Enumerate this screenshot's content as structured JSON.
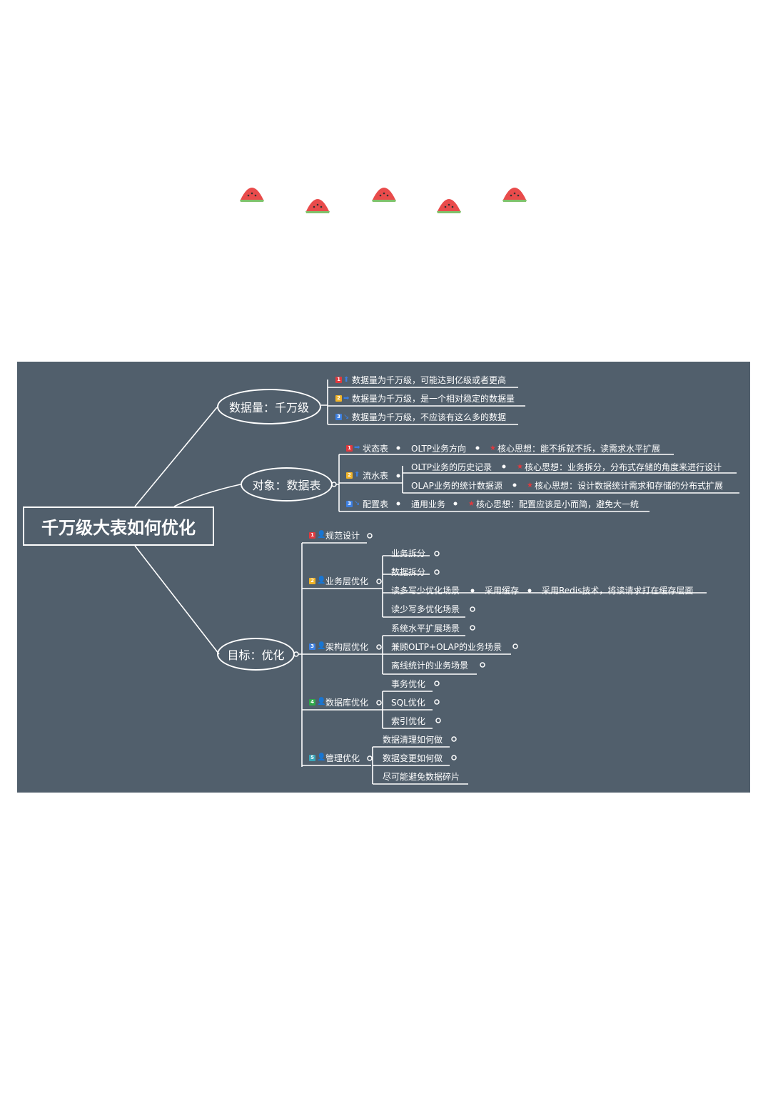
{
  "root": "千万级大表如何优化",
  "main": [
    {
      "label": "数据量：千万级"
    },
    {
      "label": "对象：数据表"
    },
    {
      "label": "目标：优化"
    }
  ],
  "volume_items": [
    "数据量为千万级，可能达到亿级或者更高",
    "数据量为千万级，是一个相对稳定的数据量",
    "数据量为千万级，不应该有这么多的数据"
  ],
  "tables": {
    "status": {
      "label": "状态表",
      "direction": "OLTP业务方向",
      "idea": "核心思想：能不拆就不拆，读需求水平扩展"
    },
    "flow": {
      "label": "流水表",
      "sub": [
        {
          "label": "OLTP业务的历史记录",
          "idea": "核心思想：业务拆分，分布式存储的角度来进行设计"
        },
        {
          "label": "OLAP业务的统计数据源",
          "idea": "核心思想：设计数据统计需求和存储的分布式扩展"
        }
      ]
    },
    "config": {
      "label": "配置表",
      "direction": "通用业务",
      "idea": "核心思想：配置应该是小而简，避免大一统"
    }
  },
  "goals": {
    "spec": "规范设计",
    "biz": {
      "label": "业务层优化",
      "items": [
        "业务拆分",
        "数据拆分",
        "读多写少优化场景",
        "读少写多优化场景"
      ],
      "cache": "采用缓存",
      "redis": "采用Redis技术，将读请求打在缓存层面"
    },
    "arch": {
      "label": "架构层优化",
      "items": [
        "系统水平扩展场景",
        "兼顾OLTP+OLAP的业务场景",
        "离线统计的业务场景"
      ]
    },
    "db": {
      "label": "数据库优化",
      "items": [
        "事务优化",
        "SQL优化",
        "索引优化"
      ]
    },
    "mgmt": {
      "label": "管理优化",
      "items": [
        "数据清理如何做",
        "数据变更如何做",
        "尽可能避免数据碎片"
      ]
    }
  },
  "badges": [
    "1",
    "2",
    "3",
    "4",
    "5"
  ],
  "colors": {
    "background": "#515f6c",
    "badge1": "#e0393e",
    "badge2": "#f0b429",
    "badge3": "#3d7fe0",
    "badge4": "#2ea84a",
    "badge5": "#3aa6b9",
    "melon": "#e94b4b"
  }
}
